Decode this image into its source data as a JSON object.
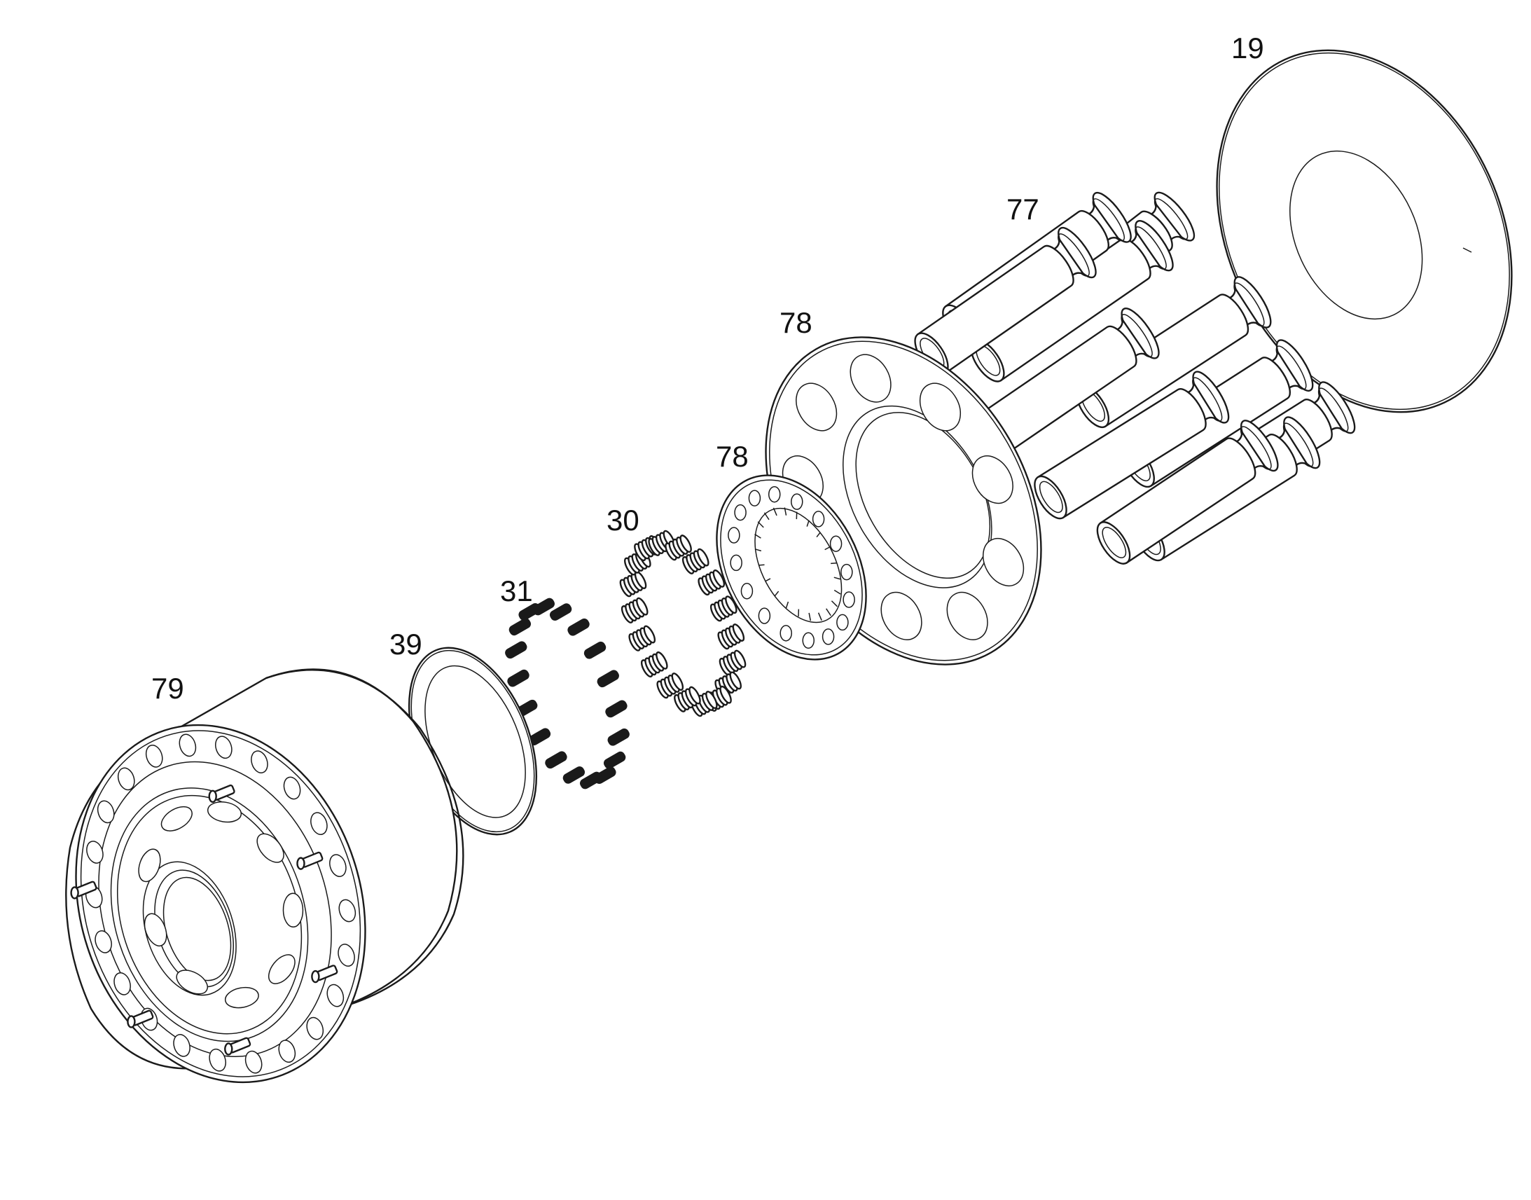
{
  "callouts": {
    "c19": "19",
    "c77": "77",
    "c78_plate": "78",
    "c78_ring": "78",
    "c30": "30",
    "c31": "31",
    "c39": "39",
    "c79": "79"
  }
}
